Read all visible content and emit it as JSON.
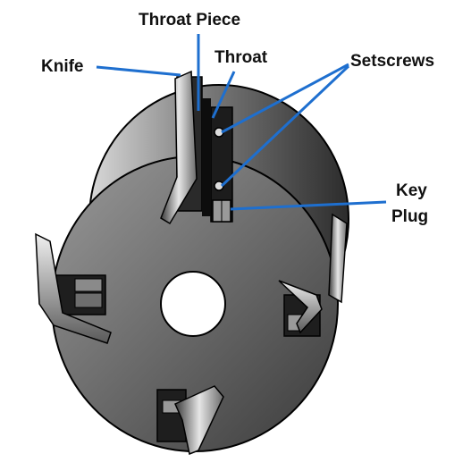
{
  "labels": {
    "throat_piece": "Throat Piece",
    "throat": "Throat",
    "knife": "Knife",
    "setscrews": "Setscrews",
    "key": "Key",
    "plug": "Plug"
  },
  "colors": {
    "leader_line": "#1e6fcf",
    "body_dark": "#2a2a2a",
    "body_light": "#dcdcdc",
    "outline": "#000000"
  }
}
